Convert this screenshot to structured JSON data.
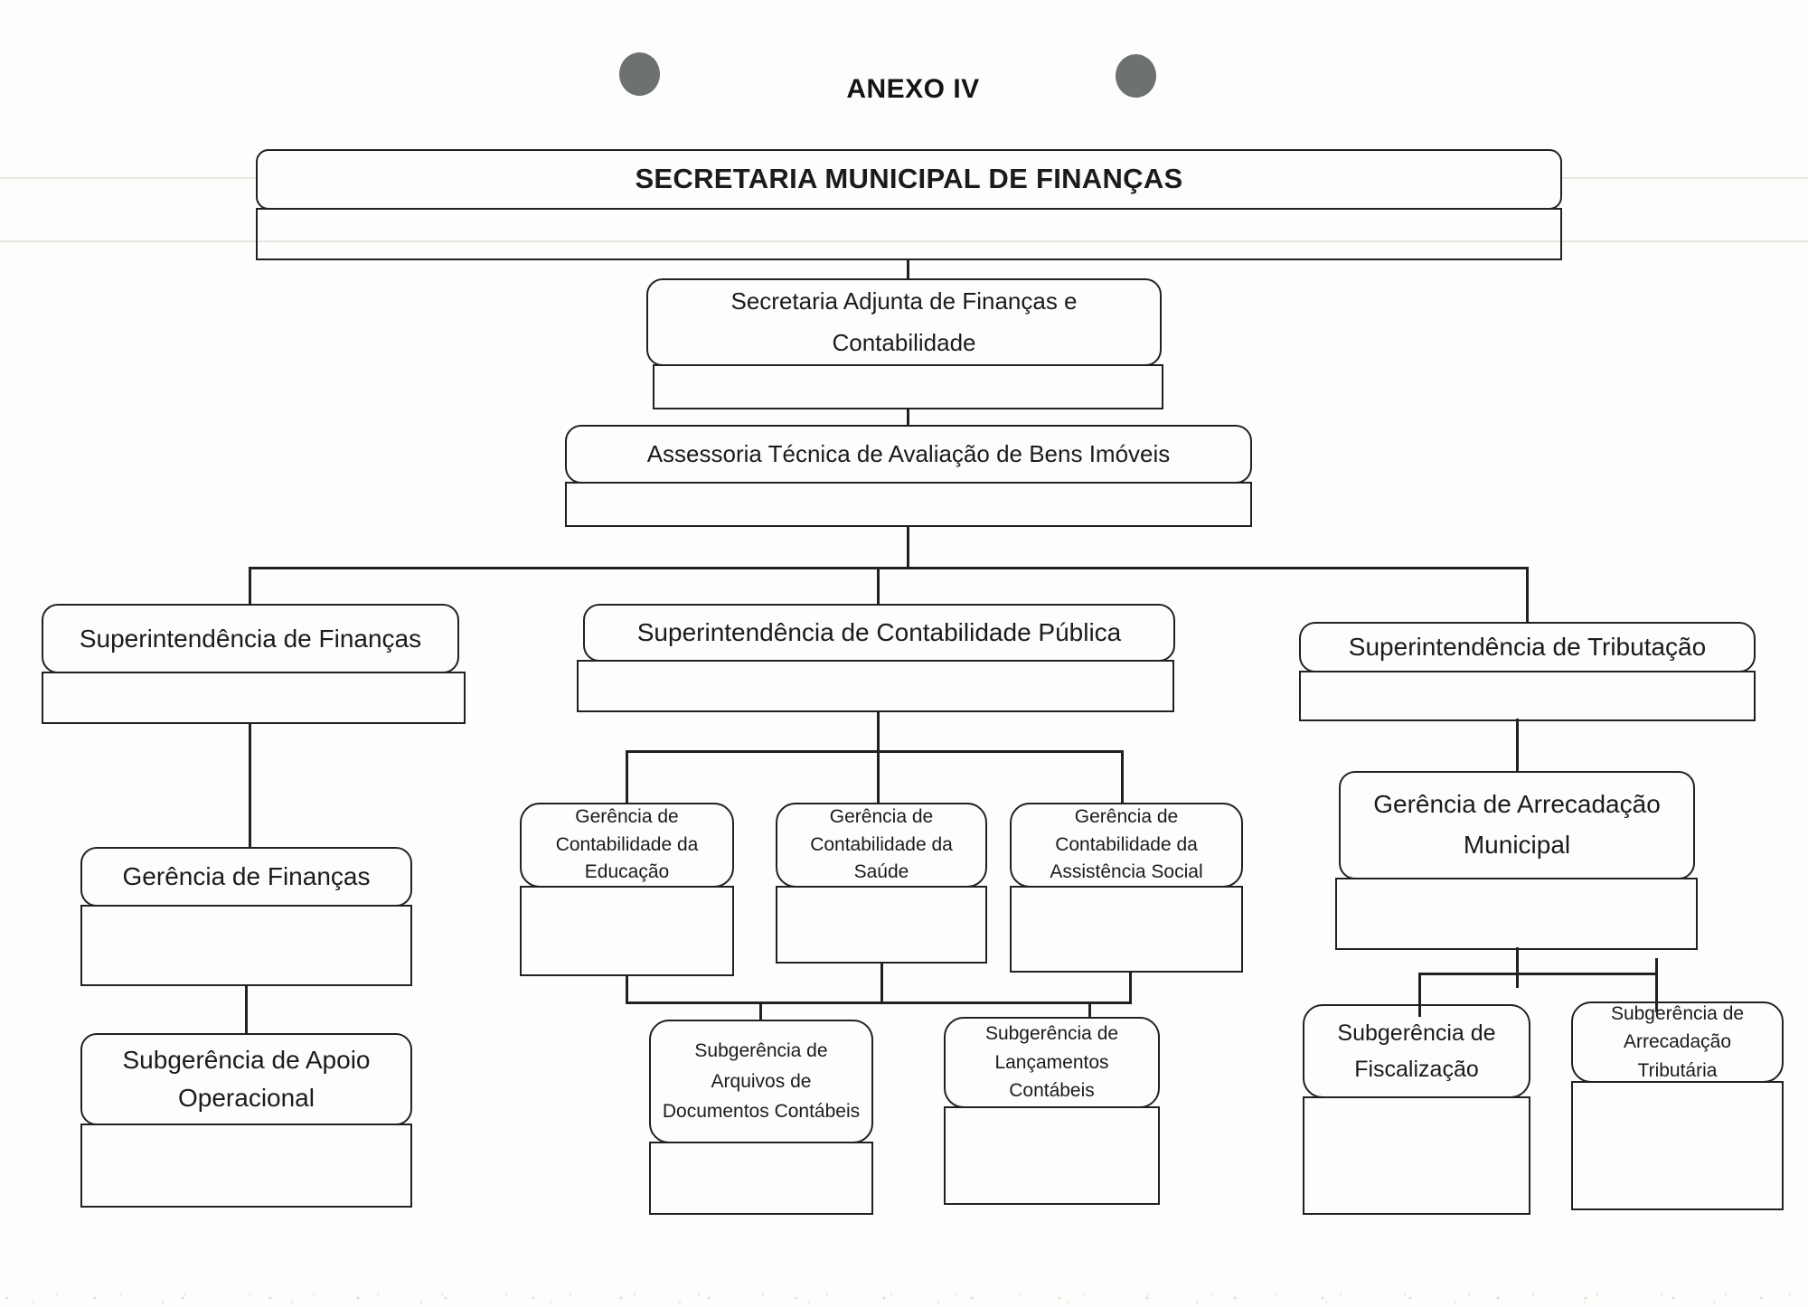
{
  "document": {
    "annex_label": "ANEXO IV"
  },
  "colors": {
    "ink": "#212121",
    "paper": "#fdfdfb",
    "hole_punch": "#6d716f"
  },
  "org_chart": {
    "nodes": {
      "root": {
        "label": "SECRETARIA MUNICIPAL DE FINANÇAS"
      },
      "adjunta": {
        "label": "Secretaria Adjunta de Finanças e\nContabilidade"
      },
      "assessoria": {
        "label": "Assessoria Técnica de Avaliação de Bens Imóveis"
      },
      "sup_financas": {
        "label": "Superintendência de Finanças"
      },
      "sup_contabilidade": {
        "label": "Superintendência de Contabilidade Pública"
      },
      "sup_tributacao": {
        "label": "Superintendência de Tributação"
      },
      "ger_financas": {
        "label": "Gerência de Finanças"
      },
      "sub_apoio": {
        "label": "Subgerência de Apoio\nOperacional"
      },
      "ger_cont_educacao": {
        "label": "Gerência de\nContabilidade da\nEducação"
      },
      "ger_cont_saude": {
        "label": "Gerência de\nContabilidade da\nSaúde"
      },
      "ger_cont_assistencia": {
        "label": "Gerência de\nContabilidade da\nAssistência Social"
      },
      "sub_arquivos": {
        "label": "Subgerência de\nArquivos de\nDocumentos Contábeis"
      },
      "sub_lancamentos": {
        "label": "Subgerência de\nLançamentos Contábeis"
      },
      "ger_arrecadacao": {
        "label": "Gerência de Arrecadação\nMunicipal"
      },
      "sub_fiscalizacao": {
        "label": "Subgerência de\nFiscalização"
      },
      "sub_arrec_tributaria": {
        "label": "Subgerência de\nArrecadação Tributária"
      }
    },
    "edges": [
      [
        "root",
        "adjunta"
      ],
      [
        "adjunta",
        "assessoria"
      ],
      [
        "assessoria",
        "sup_financas"
      ],
      [
        "assessoria",
        "sup_contabilidade"
      ],
      [
        "assessoria",
        "sup_tributacao"
      ],
      [
        "sup_financas",
        "ger_financas"
      ],
      [
        "ger_financas",
        "sub_apoio"
      ],
      [
        "sup_contabilidade",
        "ger_cont_educacao"
      ],
      [
        "sup_contabilidade",
        "ger_cont_saude"
      ],
      [
        "sup_contabilidade",
        "ger_cont_assistencia"
      ],
      [
        "ger_cont_educacao",
        "sub_arquivos"
      ],
      [
        "ger_cont_saude",
        "sub_arquivos"
      ],
      [
        "ger_cont_assistencia",
        "sub_lancamentos"
      ],
      [
        "sup_tributacao",
        "ger_arrecadacao"
      ],
      [
        "ger_arrecadacao",
        "sub_fiscalizacao"
      ],
      [
        "ger_arrecadacao",
        "sub_arrec_tributaria"
      ]
    ]
  }
}
